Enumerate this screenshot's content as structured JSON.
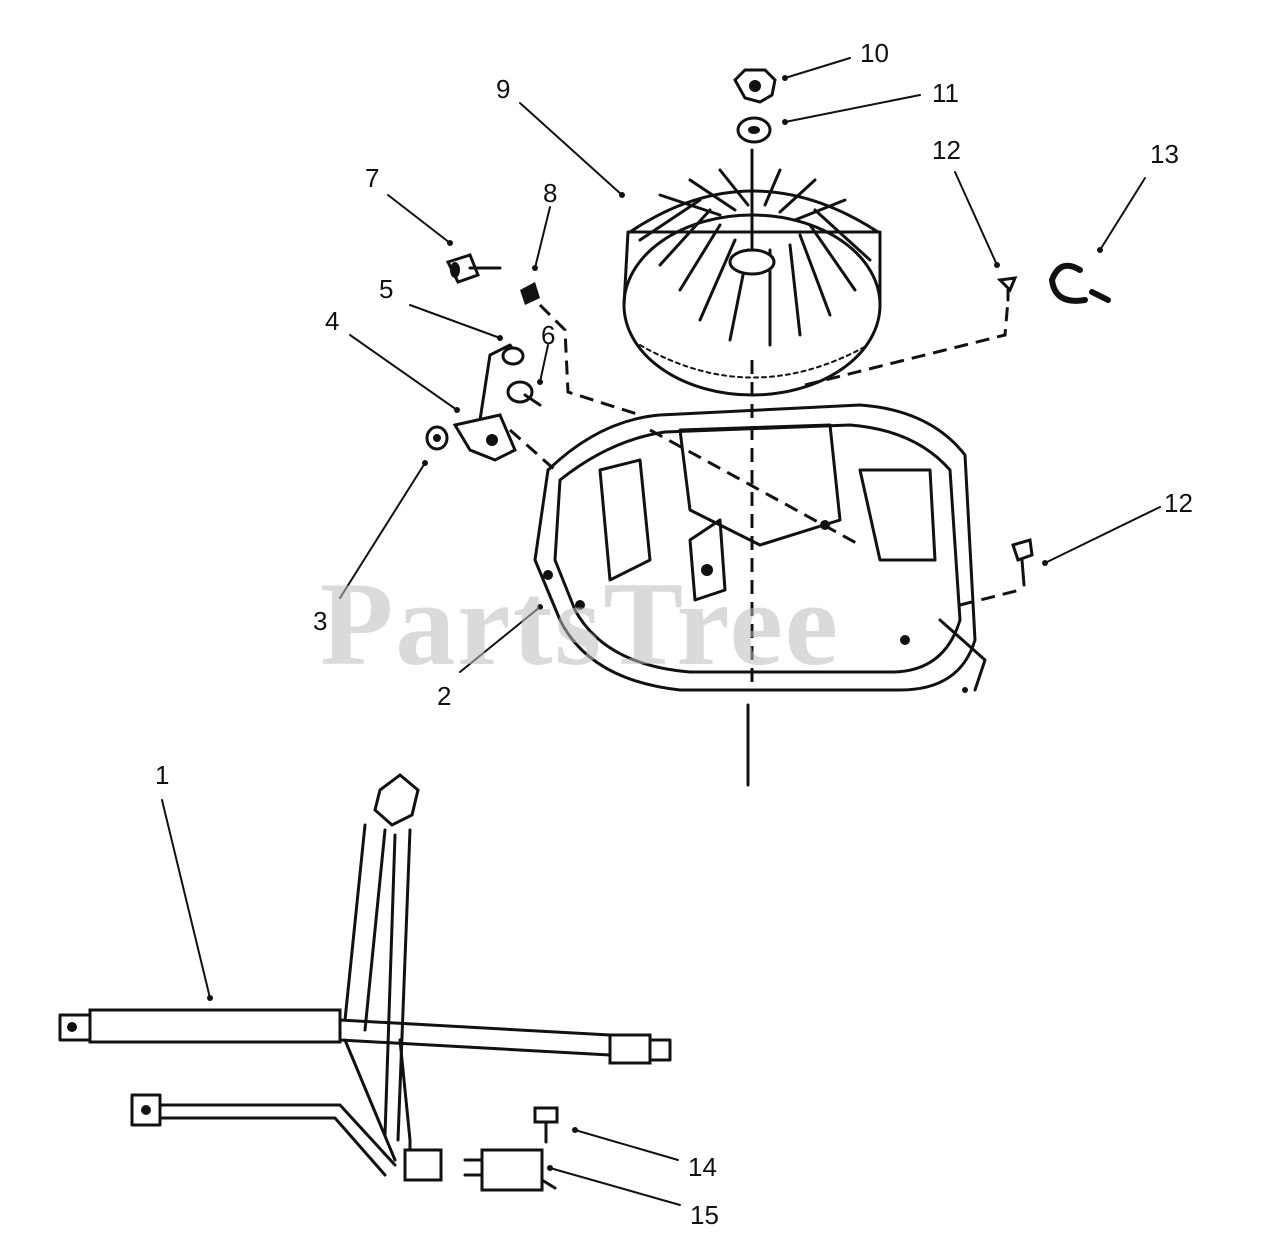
{
  "diagram": {
    "watermark": "PartsTree",
    "callouts": [
      {
        "id": "1",
        "label": "1"
      },
      {
        "id": "2",
        "label": "2"
      },
      {
        "id": "3",
        "label": "3"
      },
      {
        "id": "4",
        "label": "4"
      },
      {
        "id": "5",
        "label": "5"
      },
      {
        "id": "6",
        "label": "6"
      },
      {
        "id": "7",
        "label": "7"
      },
      {
        "id": "8",
        "label": "8"
      },
      {
        "id": "9",
        "label": "9"
      },
      {
        "id": "10",
        "label": "10"
      },
      {
        "id": "11",
        "label": "11"
      },
      {
        "id": "12a",
        "label": "12"
      },
      {
        "id": "12b",
        "label": "12"
      },
      {
        "id": "13",
        "label": "13"
      },
      {
        "id": "14",
        "label": "14"
      },
      {
        "id": "15",
        "label": "15"
      }
    ]
  }
}
